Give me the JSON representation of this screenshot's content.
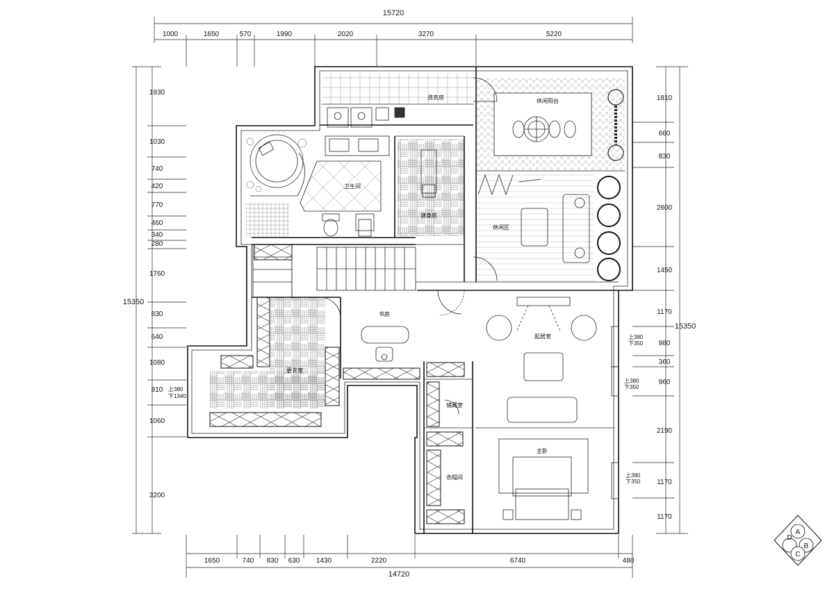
{
  "dimensions": {
    "top_total": "15720",
    "top": [
      "1000",
      "1650",
      "570",
      "1990",
      "2020",
      "3270",
      "5220"
    ],
    "bottom_total": "14720",
    "bottom": [
      "1650",
      "740",
      "830",
      "630",
      "1430",
      "2220",
      "6740",
      "480"
    ],
    "left_total": "15350",
    "left": [
      "1930",
      "1030",
      "740",
      "420",
      "770",
      "460",
      "340",
      "280",
      "1760",
      "830",
      "640",
      "1080",
      "810",
      "1060",
      "3200"
    ],
    "right_total": "15350",
    "right": [
      "1810",
      "660",
      "830",
      "2600",
      "1450",
      "1170",
      "980",
      "360",
      "960",
      "2190",
      "1170",
      "1170"
    ]
  },
  "rooms": {
    "laundry": "洗衣房",
    "balcony": "休闲阳台",
    "bathroom": "卫生间",
    "gym": "健身房",
    "lounge": "休闲区",
    "study": "书房",
    "living": "起居室",
    "dressing": "更衣室",
    "storage": "储藏室",
    "master": "主卧",
    "closet": "衣帽间"
  },
  "notes": {
    "left_level_up": "上380",
    "left_level_down": "下1340",
    "r1_up": "上380",
    "r1_down": "下350",
    "r2_up": "上380",
    "r2_down": "下350",
    "r3_up": "上380",
    "r3_down": "下350"
  },
  "compass": {
    "top": "A",
    "right": "B",
    "bottom": "C",
    "left": "D"
  }
}
